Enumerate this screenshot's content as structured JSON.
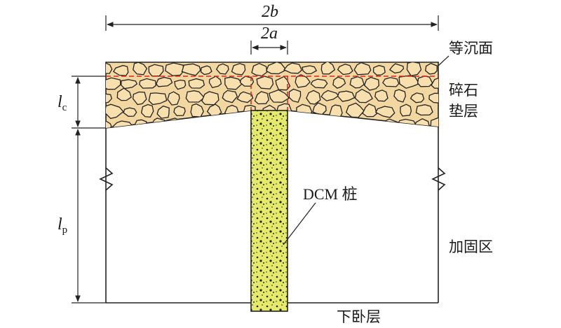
{
  "labels": {
    "width_total": "2b",
    "width_pile": "2a",
    "equal_settlement_plane": "等沉面",
    "gravel_line1": "碎石",
    "gravel_line2": "垫层",
    "cushion_thickness_main": "l",
    "cushion_thickness_sub": "c",
    "pile_length_main": "l",
    "pile_length_sub": "p",
    "pile": "DCM 桩",
    "reinforced_zone": "加固区",
    "underlying_layer": "下卧层"
  },
  "colors": {
    "gravel_fill": "#f3d7a0",
    "pile_fill": "#e6ea6a",
    "dashed_red": "#e0271f",
    "outline": "#222222"
  },
  "icons": {
    "break_mark": "zigzag-break-icon",
    "arrow": "arrowhead-icon"
  }
}
